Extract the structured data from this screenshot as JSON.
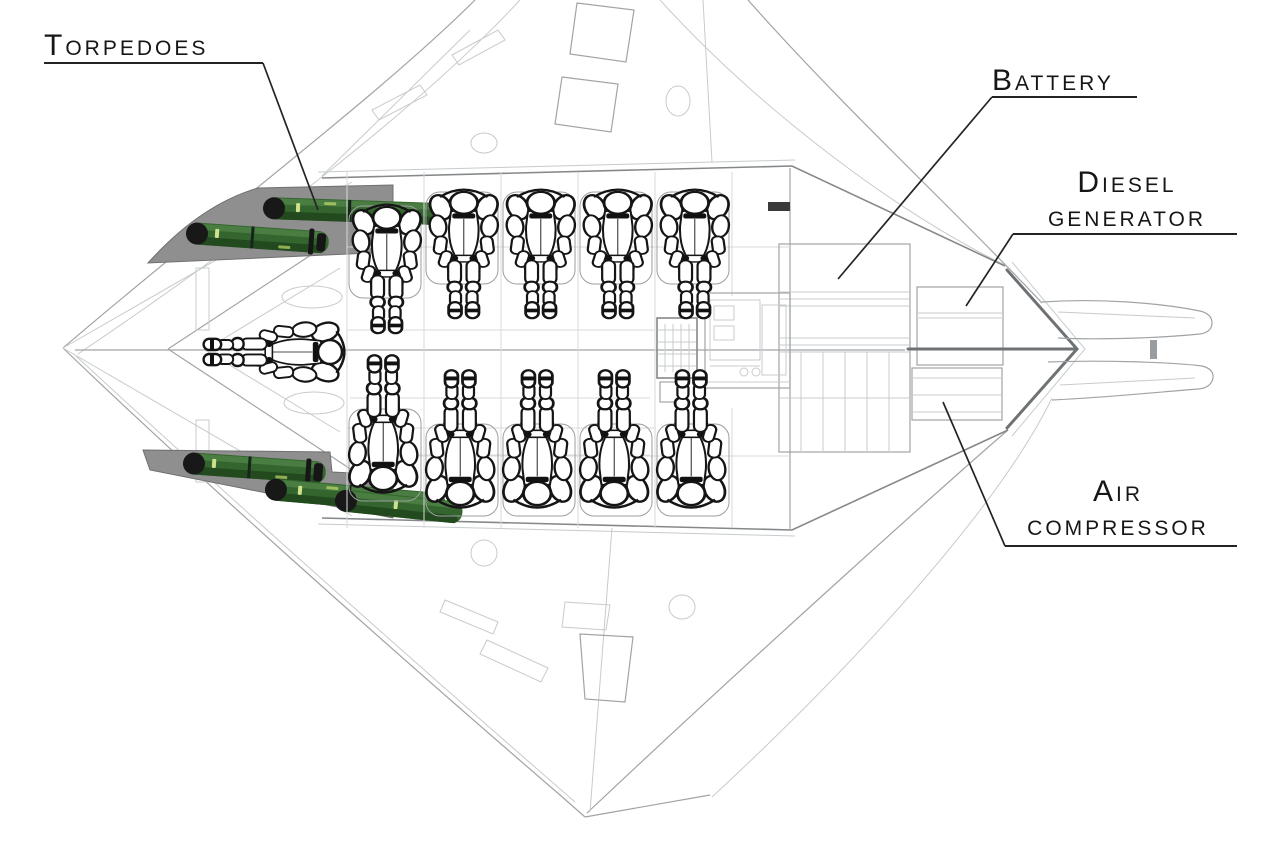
{
  "diagram": {
    "labels": {
      "torpedoes": "Torpedoes",
      "battery": "Battery",
      "diesel_1": "Diesel",
      "diesel_2": "generator",
      "air_1": "Air",
      "air_2": "compressor"
    },
    "depicted": {
      "passenger_figures": 10,
      "pilot_figures": 1,
      "torpedoes_visible": 5,
      "tail_booms": 2
    },
    "colors": {
      "background": "#ffffff",
      "hull_line_gray": "#a0a4a6",
      "torpedo_bay_gray": "#8f8f8f",
      "torpedo_green": "#35652f",
      "torpedo_green_dark": "#234a1e",
      "torpedo_highlight": "#cfe08a",
      "figure_black": "#151515",
      "label_black": "#161616"
    }
  }
}
